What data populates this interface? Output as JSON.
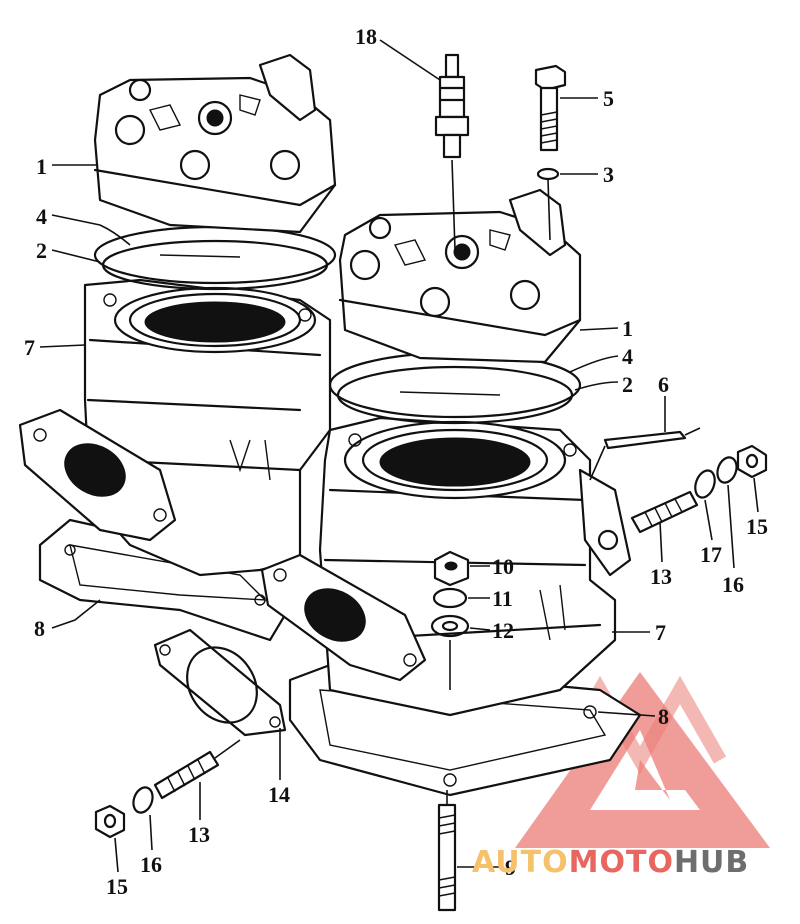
{
  "callouts": {
    "c1a": "1",
    "c1b": "1",
    "c2a": "2",
    "c2b": "2",
    "c3": "3",
    "c4a": "4",
    "c4b": "4",
    "c5": "5",
    "c6": "6",
    "c7a": "7",
    "c7b": "7",
    "c8a": "8",
    "c8b": "8",
    "c9": "9",
    "c10": "10",
    "c11": "11",
    "c12": "12",
    "c13a": "13",
    "c13b": "13",
    "c14": "14",
    "c15a": "15",
    "c15b": "15",
    "c16a": "16",
    "c16b": "16",
    "c17": "17",
    "c18": "18"
  },
  "watermark": {
    "part1": "AUTO",
    "part2": "MOTO",
    "part3": "HUB",
    "color_logo": "#e8665f",
    "color_part1": "#f5c26b",
    "color_part2": "#e8665f",
    "color_part3": "#6e6e6e"
  }
}
